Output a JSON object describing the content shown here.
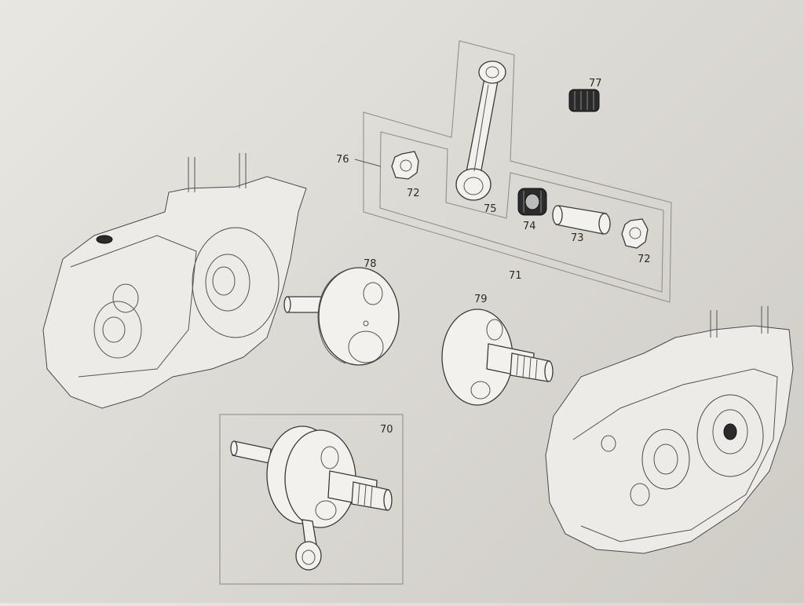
{
  "callouts": {
    "c70": "70",
    "c71": "71",
    "c72a": "72",
    "c72b": "72",
    "c73": "73",
    "c74": "74",
    "c75": "75",
    "c76": "76",
    "c77": "77",
    "c78": "78",
    "c79": "79"
  },
  "parts": [
    {
      "id": "70",
      "name": "crankshaft-assembly-icon"
    },
    {
      "id": "71",
      "name": "connecting-rod-kit-frame"
    },
    {
      "id": "72",
      "name": "thrust-washer-icon"
    },
    {
      "id": "73",
      "name": "crank-pin-icon"
    },
    {
      "id": "74",
      "name": "needle-bearing-icon"
    },
    {
      "id": "75",
      "name": "connecting-rod-icon"
    },
    {
      "id": "76",
      "name": "inner-kit-frame"
    },
    {
      "id": "77",
      "name": "small-end-bearing-icon"
    },
    {
      "id": "78",
      "name": "left-crank-half-icon"
    },
    {
      "id": "79",
      "name": "right-crank-half-icon"
    }
  ],
  "colors": {
    "background": "#e4e2dd",
    "line": "#3a3a3a",
    "bearing": "#2b2b2b"
  }
}
